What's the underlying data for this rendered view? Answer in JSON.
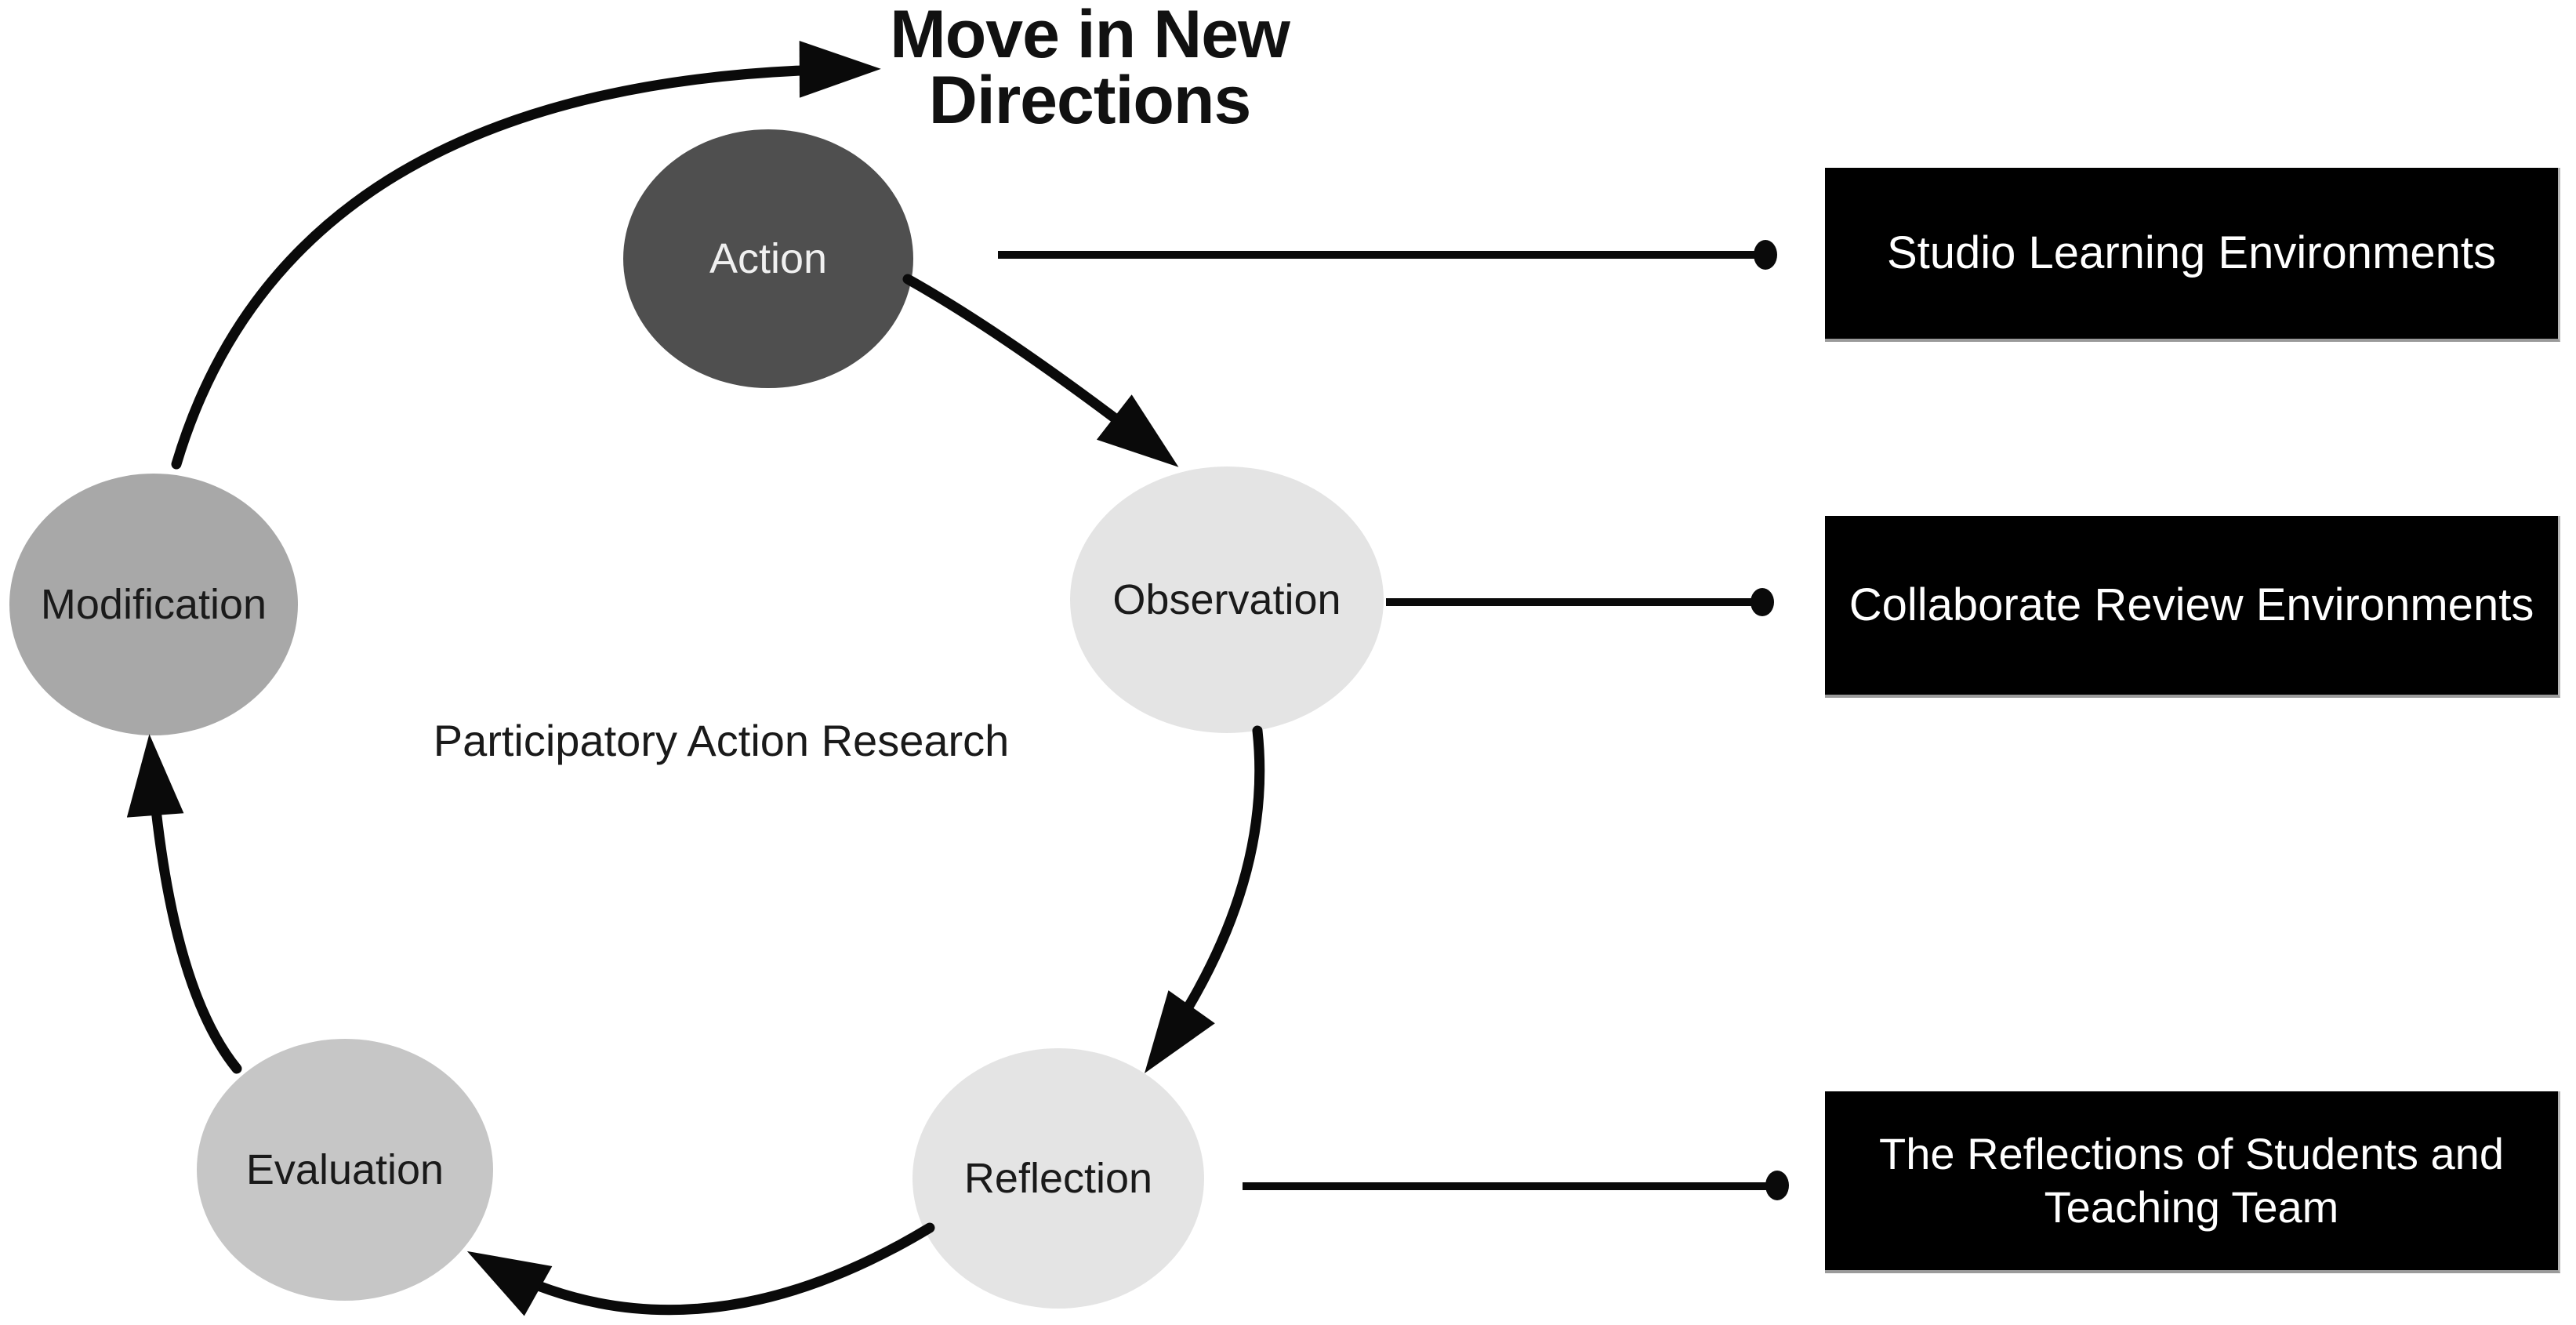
{
  "title": {
    "text": "Move in New Directions"
  },
  "center_label": "Participatory Action Research",
  "nodes": {
    "action": {
      "label": "Action",
      "fill": "#4f4f4f",
      "text_color": "#f0f0f0"
    },
    "observation": {
      "label": "Observation",
      "fill": "#e4e4e4",
      "text_color": "#1a1a1a"
    },
    "reflection": {
      "label": "Reflection",
      "fill": "#e4e4e4",
      "text_color": "#1a1a1a"
    },
    "evaluation": {
      "label": "Evaluation",
      "fill": "#c6c6c6",
      "text_color": "#1a1a1a"
    },
    "modification": {
      "label": "Modification",
      "fill": "#a8a8a8",
      "text_color": "#1a1a1a"
    }
  },
  "boxes": {
    "studio": {
      "label": "Studio Learning Environments"
    },
    "collaborate": {
      "label": "Collaborate Review Environments"
    },
    "reflections": {
      "label": "The Reflections of Students and Teaching Team"
    }
  },
  "flow_sequence": [
    "Action",
    "Observation",
    "Reflection",
    "Evaluation",
    "Modification",
    "Move in New Directions"
  ],
  "links": [
    {
      "from": "Action",
      "to": "Studio Learning Environments"
    },
    {
      "from": "Observation",
      "to": "Collaborate Review Environments"
    },
    {
      "from": "Reflection",
      "to": "The Reflections of Students and Teaching Team"
    }
  ],
  "colors": {
    "background": "#ffffff",
    "arrow": "#0a0a0a",
    "box_background": "#000000",
    "box_text": "#ffffff"
  }
}
